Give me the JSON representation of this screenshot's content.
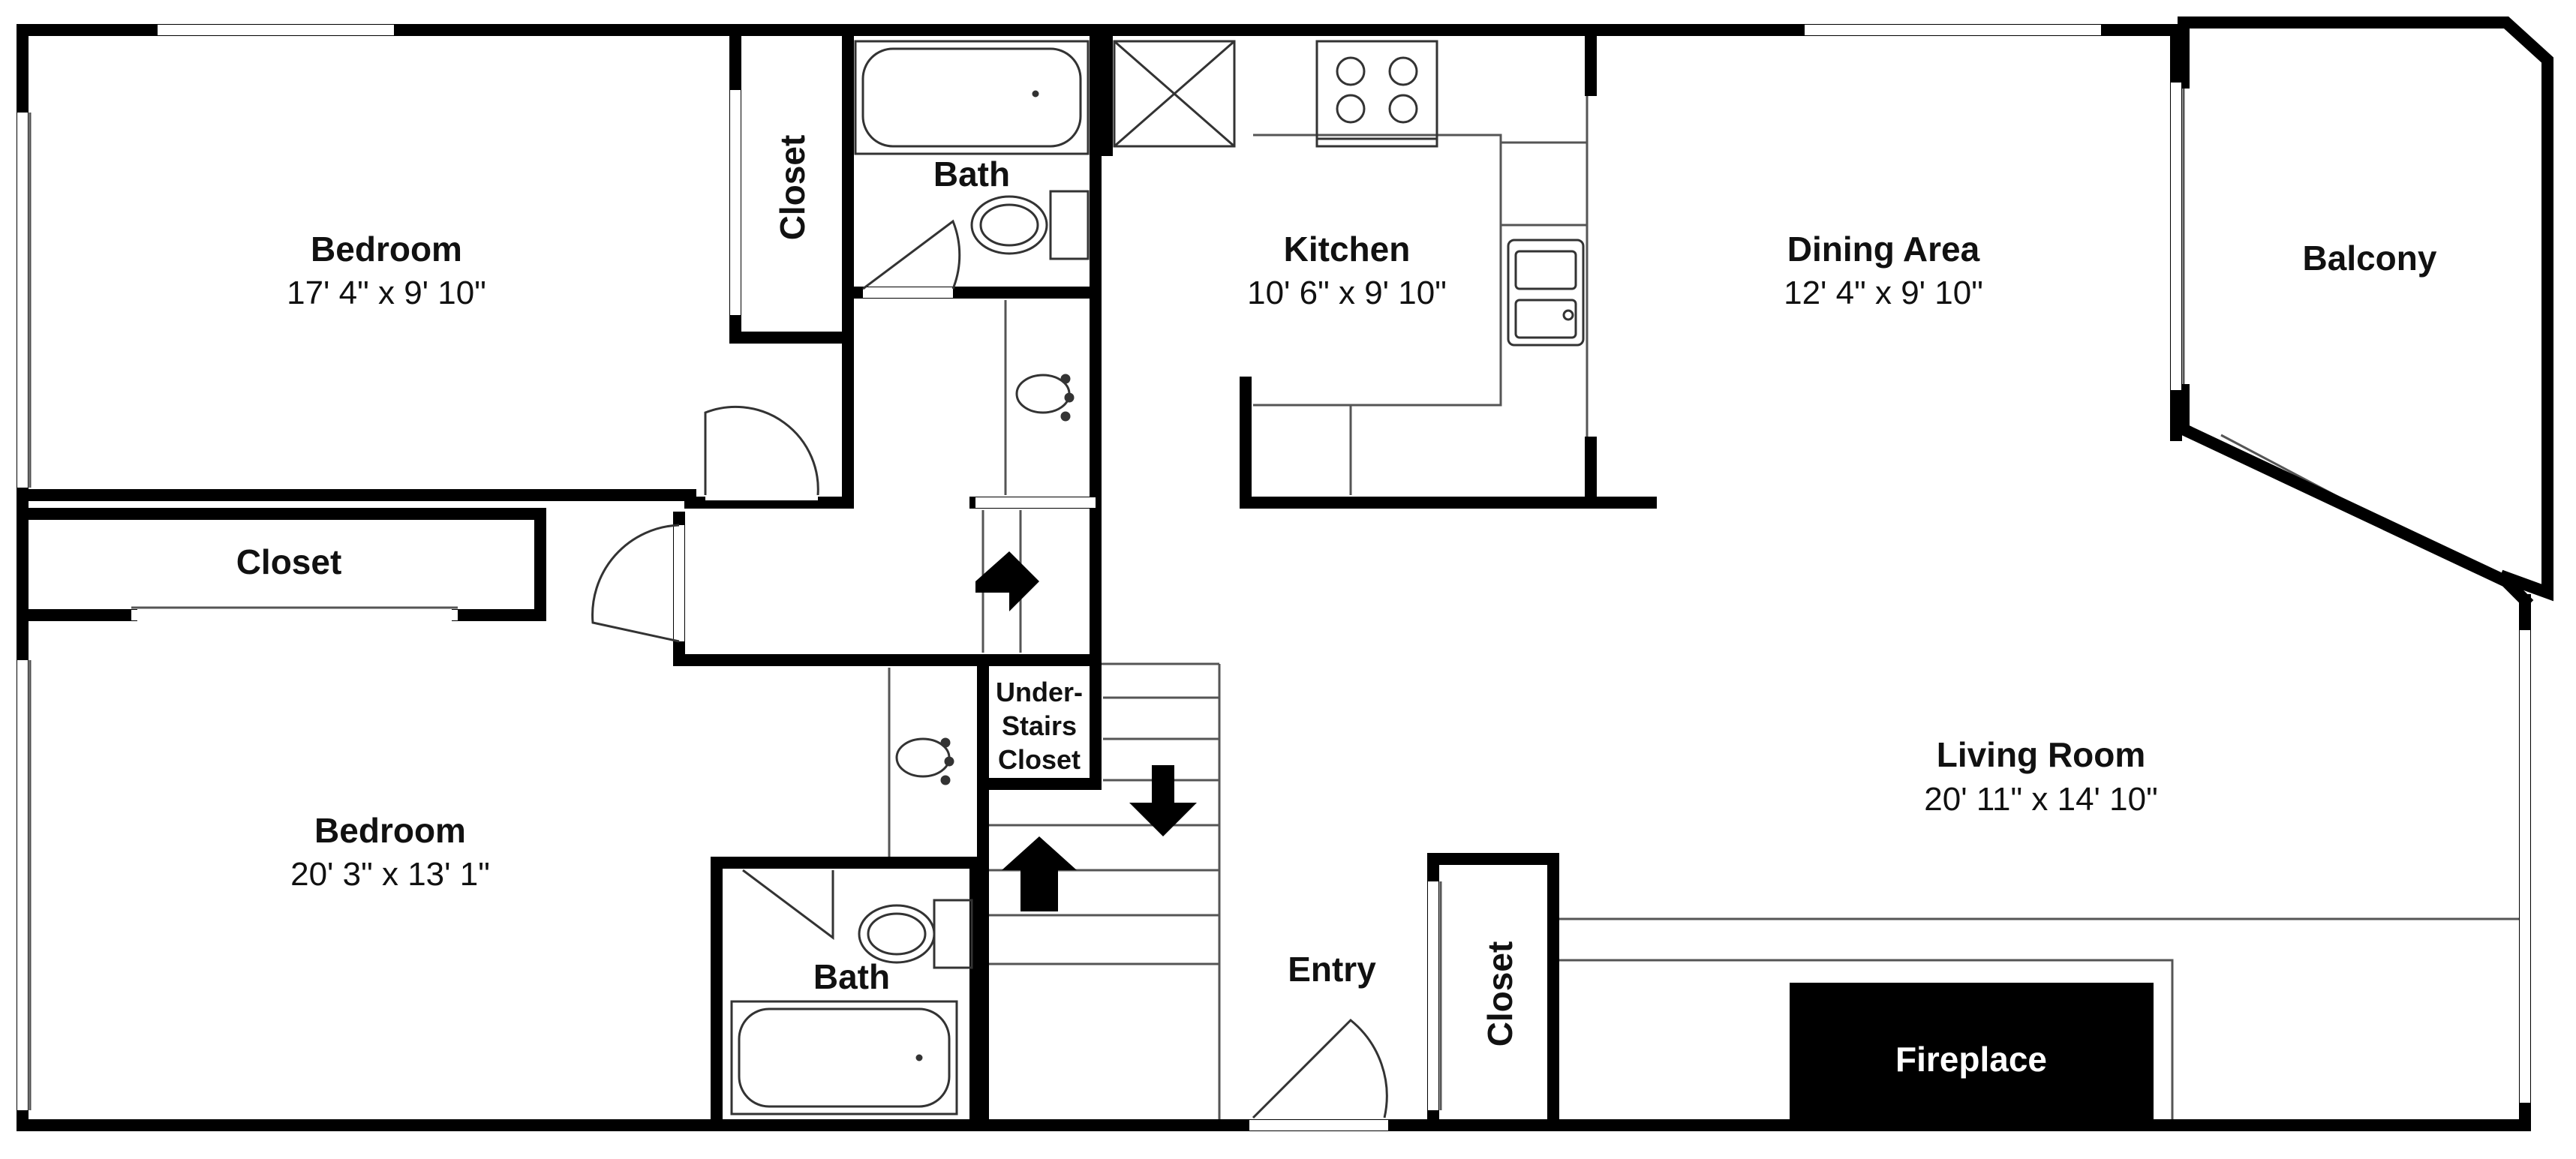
{
  "colors": {
    "wall": "#000000",
    "line": "#555555",
    "background": "#ffffff",
    "fireplace_text": "#ffffff"
  },
  "rooms": {
    "bedroom_top": {
      "name": "Bedroom",
      "dims": "17' 4\" x 9' 10\""
    },
    "closet_top": {
      "name": "Closet"
    },
    "bath_top": {
      "name": "Bath"
    },
    "kitchen": {
      "name": "Kitchen",
      "dims": "10' 6\" x 9' 10\""
    },
    "dining": {
      "name": "Dining Area",
      "dims": "12' 4\" x 9' 10\""
    },
    "balcony": {
      "name": "Balcony"
    },
    "closet_mid": {
      "name": "Closet"
    },
    "bedroom_bottom": {
      "name": "Bedroom",
      "dims": "20' 3\" x 13' 1\""
    },
    "understairs": {
      "line1": "Under-",
      "line2": "Stairs",
      "line3": "Closet"
    },
    "living": {
      "name": "Living Room",
      "dims": "20' 11\" x 14' 10\""
    },
    "bath_bottom": {
      "name": "Bath"
    },
    "entry": {
      "name": "Entry"
    },
    "closet_entry": {
      "name": "Closet"
    },
    "fireplace": {
      "name": "Fireplace"
    }
  },
  "icons": [
    "bathtub-icon",
    "toilet-icon",
    "sink-icon",
    "stove-icon",
    "stair-arrow-icon",
    "door-swing-icon"
  ]
}
